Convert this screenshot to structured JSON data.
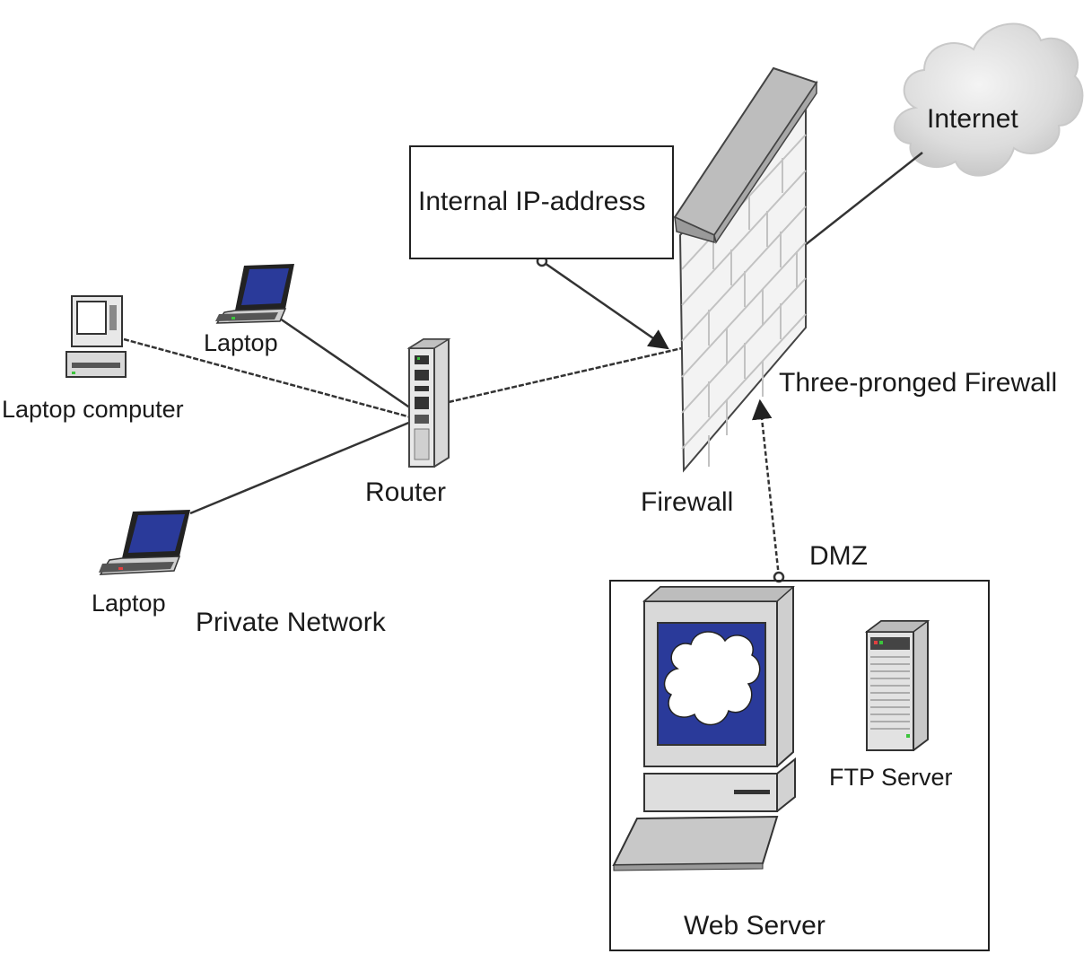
{
  "labels": {
    "internal_ip": "Internal IP-address",
    "internet": "Internet",
    "three_pronged": "Three-pronged Firewall",
    "firewall": "Firewall",
    "router": "Router",
    "laptop_top": "Laptop",
    "laptop_computer": "Laptop computer",
    "laptop_bottom": "Laptop",
    "private_network": "Private Network",
    "dmz": "DMZ",
    "ftp_server": "FTP Server",
    "web_server": "Web Server"
  },
  "colors": {
    "line": "#333333",
    "screen_blue": "#2a3a9a",
    "device_gray": "#c8c8c8",
    "wall_face": "#f2f2f2",
    "wall_top": "#b5b5b5",
    "cloud": "#d9d9d9"
  }
}
